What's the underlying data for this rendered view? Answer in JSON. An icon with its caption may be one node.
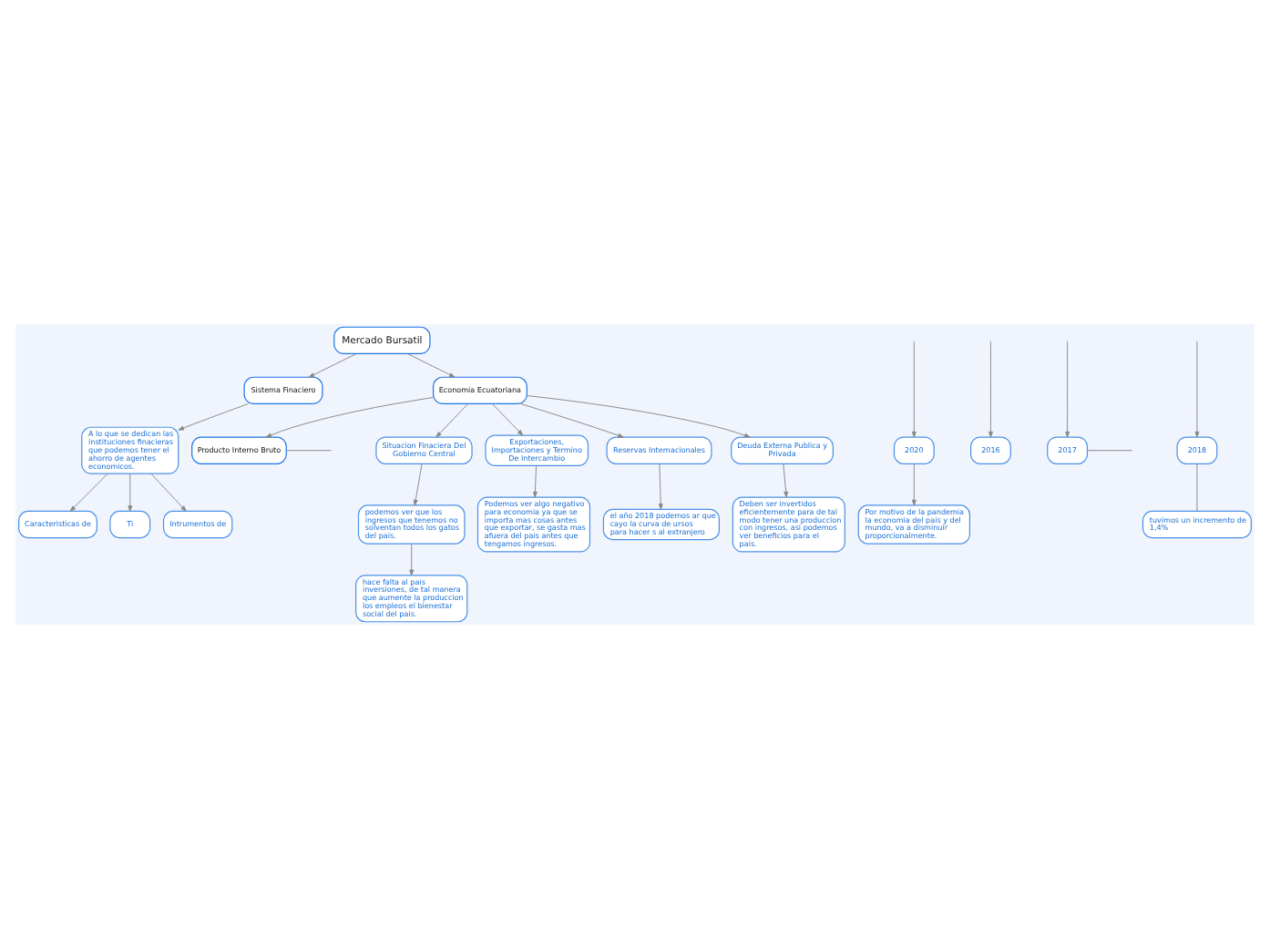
{
  "diagram": {
    "nodes": [
      {
        "text": [
          "Producto Interno Bruto"
        ]
      },
      {
        "text": [
          "Mercado Bursatil"
        ]
      },
      {
        "text": [
          "Sistema Finaciero"
        ]
      },
      {
        "text": [
          "Caracteristicas de"
        ]
      },
      {
        "text": [
          "2020"
        ]
      },
      {
        "text": [
          "Economia Ecuatoriana"
        ]
      },
      {
        "text": [
          "A lo que se dedican las instituciones finacieras que podemos tener el ahorro de agentes economicos."
        ]
      },
      {
        "text": [
          "2016"
        ]
      },
      {
        "text": [
          "Por motivo de la pandemia la economia del pais y del mundo, va a disminuir proporcionalmente."
        ]
      },
      {
        "text": [
          "Ti"
        ]
      },
      {
        "text": [
          "2017"
        ]
      },
      {
        "text": [
          "2018"
        ]
      },
      {
        "text": [
          "Situacion Finaciera Del Gobierno Central"
        ]
      },
      {
        "text": [
          "Exportaciones, Importaciones y Termino De Intercambio"
        ]
      },
      {
        "text": [
          "Intrumentos de"
        ]
      },
      {
        "text": [
          "Reservas Internacionales"
        ]
      },
      {
        "text": [
          "tuvimos un incremento de 1,4%"
        ]
      },
      {
        "text": [
          "podemos ver que los ingresos que tenemos no solventan todos los gatos del pais."
        ]
      },
      {
        "text": [
          "Deuda Externa Publica y Privada"
        ]
      },
      {
        "text": [
          "Podemos ver algo negativo para economia ya que se importa mas cosas antes que exportar, se gasta mas afuera del pais antes que tengamos ingresos."
        ]
      },
      {
        "text": [
          "el año 2018 podemos ar que cayo la curva de ursos para hacer s al extranjero"
        ]
      },
      {
        "text": [
          "hace falta al pais inversiones, de tal manera que aumente la produccion los empleos el bienestar social del pais."
        ]
      },
      {
        "text": [
          "Deben ser invertidos eficientemente para de tal modo tener una produccion con ingresos, asi podemos ver beneficios para el pais."
        ]
      }
    ],
    "edges": [
      {
        "from": 1,
        "to": 5,
        "arrow": "to"
      },
      {
        "from": 1,
        "to": 2,
        "arrow": "to"
      },
      {
        "from": 5,
        "to": 0,
        "arrow": "to"
      },
      {
        "from": 5,
        "to": 15,
        "arrow": "to"
      },
      {
        "from": 5,
        "to": 12,
        "arrow": "to"
      },
      {
        "from": 5,
        "to": 18,
        "arrow": "to"
      },
      {
        "from": 5,
        "to": 13,
        "arrow": "to"
      },
      {
        "from": 2,
        "to": 6,
        "arrow": "to"
      },
      {
        "from": 6,
        "to": 3,
        "arrow": "to"
      },
      {
        "from": 6,
        "to": 9,
        "arrow": "to"
      },
      {
        "from": 6,
        "to": 14,
        "arrow": "to"
      },
      {
        "from": 13,
        "to": 19,
        "arrow": "to"
      },
      {
        "from": 12,
        "to": 17,
        "arrow": "to"
      },
      {
        "from": 17,
        "to": 21,
        "arrow": "to"
      },
      {
        "from": 18,
        "to": 22,
        "arrow": "to"
      },
      {
        "from": 4,
        "to": 8,
        "arrow": "to"
      },
      {
        "from": 0,
        "to": null,
        "arrow": "none"
      },
      {
        "from": null,
        "to": 4,
        "arrow": "to"
      },
      {
        "from": null,
        "to": 7,
        "arrow": "to"
      },
      {
        "from": null,
        "to": 10,
        "arrow": "to"
      },
      {
        "from": null,
        "to": 11,
        "arrow": "to"
      },
      {
        "from": 10,
        "to": null,
        "arrow": "none"
      },
      {
        "from": 11,
        "to": 16,
        "arrow": "none"
      },
      {
        "from": 15,
        "to": 20,
        "arrow": "to"
      }
    ]
  }
}
